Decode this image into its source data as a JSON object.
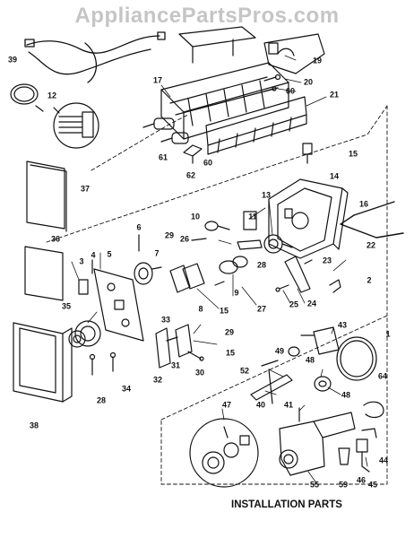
{
  "watermark": "AppliancePartsPros.com",
  "caption": "INSTALLATION PARTS",
  "callouts": [
    "39",
    "12",
    "17",
    "19",
    "20",
    "60",
    "21",
    "61",
    "62",
    "60",
    "15",
    "14",
    "37",
    "13",
    "16",
    "22",
    "10",
    "11",
    "6",
    "29",
    "26",
    "36",
    "3",
    "4",
    "5",
    "7",
    "28",
    "23",
    "2",
    "9",
    "27",
    "25",
    "24",
    "35",
    "8",
    "15",
    "33",
    "29",
    "43",
    "1",
    "49",
    "48",
    "31",
    "15",
    "30",
    "32",
    "52",
    "64",
    "38",
    "28",
    "34",
    "40",
    "48",
    "47",
    "41",
    "44",
    "55",
    "59",
    "46",
    "45"
  ],
  "colors": {
    "ink": "#111111",
    "watermark": "#969696",
    "background": "#ffffff"
  }
}
